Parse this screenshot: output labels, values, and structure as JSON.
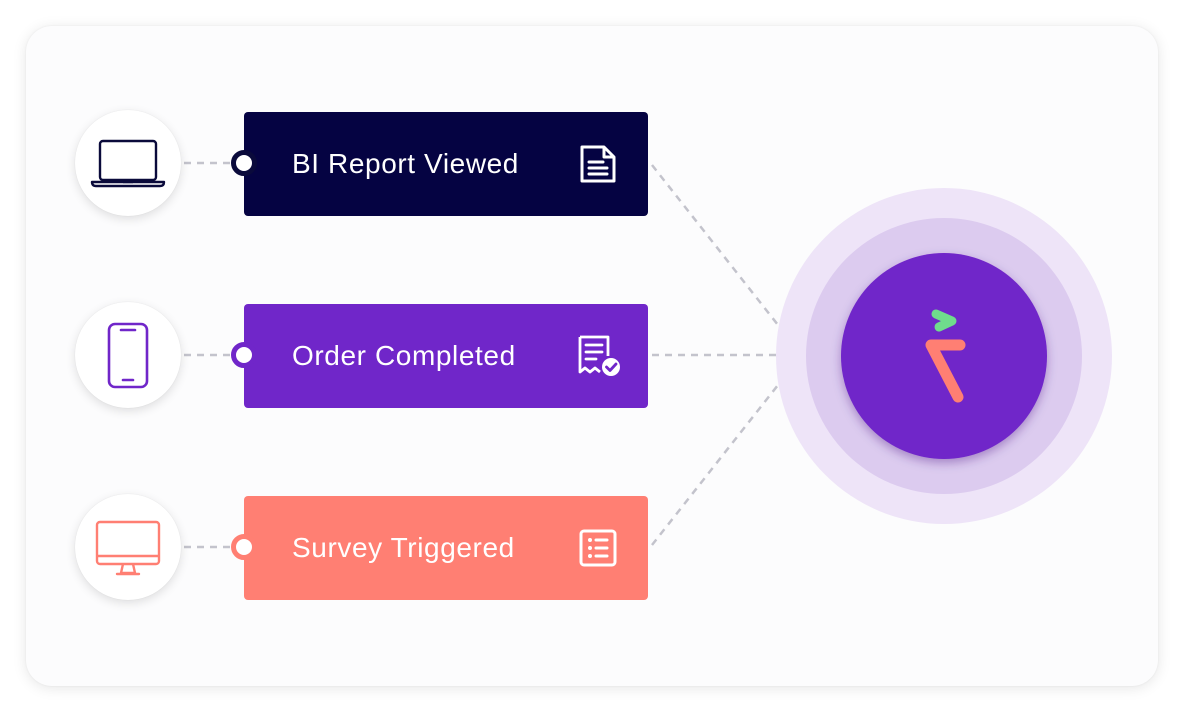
{
  "diagram": {
    "events": [
      {
        "label": "BI Report Viewed",
        "device": "laptop-icon",
        "event_icon": "document-icon",
        "color": "#050342",
        "dot_border": "#0a0a3b"
      },
      {
        "label": "Order Completed",
        "device": "smartphone-icon",
        "event_icon": "receipt-check-icon",
        "color": "#7026c9",
        "dot_border": "#7026c9"
      },
      {
        "label": "Survey Triggered",
        "device": "desktop-monitor-icon",
        "event_icon": "list-icon",
        "color": "#ff7f73",
        "dot_border": "#ff7f73"
      }
    ],
    "hub": {
      "icon": "brand-logo-icon",
      "core_color": "#7026c9",
      "ring_inner": "#dccbef",
      "ring_outer": "#eee4f8"
    },
    "connector_color": "#c3c3cc"
  }
}
